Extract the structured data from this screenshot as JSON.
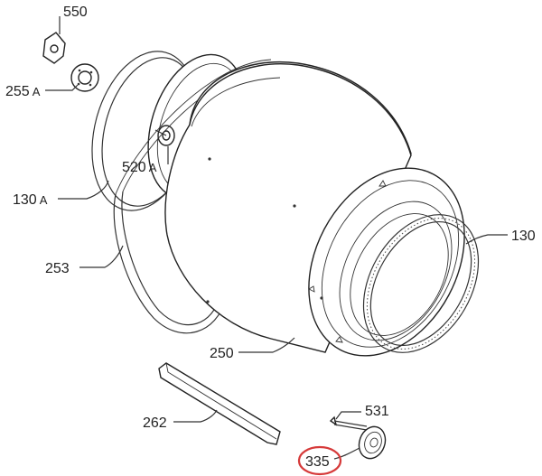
{
  "labels": {
    "p550": "550",
    "p255a": "255",
    "p255a_suffix": "A",
    "p520a": "520",
    "p520a_suffix": "A",
    "p130a": "130",
    "p130a_suffix": "A",
    "p253": "253",
    "p250": "250",
    "p130": "130",
    "p262": "262",
    "p531": "531",
    "p335": "335"
  },
  "highlight_color": "#d63a3a"
}
